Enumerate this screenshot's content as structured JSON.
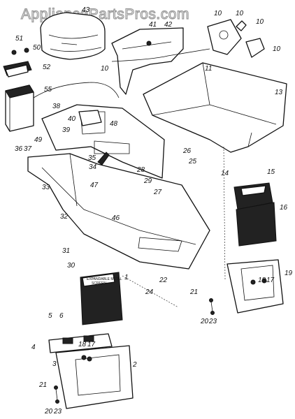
{
  "watermark": "AppliancePartsPros.com",
  "decal_text": [
    "EXPANDABLE METAL",
    "SCREEN"
  ],
  "part_labels": {
    "p43": "43",
    "p42": "42",
    "p41": "41",
    "p10": "10",
    "p11": "11",
    "p51": "51",
    "p52": "52",
    "p50": "50",
    "p55": "55",
    "p49": "49",
    "p38": "38",
    "p39": "39",
    "p40": "40",
    "p48": "48",
    "p13": "13",
    "p36": "36",
    "p37": "37",
    "p26": "26",
    "p25": "25",
    "p14": "14",
    "p15": "15",
    "p16": "16",
    "p35": "35",
    "p34": "34",
    "p28": "28",
    "p29": "29",
    "p27": "27",
    "p47": "47",
    "p33": "33",
    "p32": "32",
    "p46": "46",
    "p31": "31",
    "p30": "30",
    "p22": "22",
    "p24": "24",
    "p18": "18",
    "p17": "17",
    "p19": "19",
    "p21": "21",
    "p20": "20",
    "p23": "23",
    "p1": "1",
    "p5": "5",
    "p6": "6",
    "p4": "4",
    "p3": "3",
    "p2": "2"
  }
}
